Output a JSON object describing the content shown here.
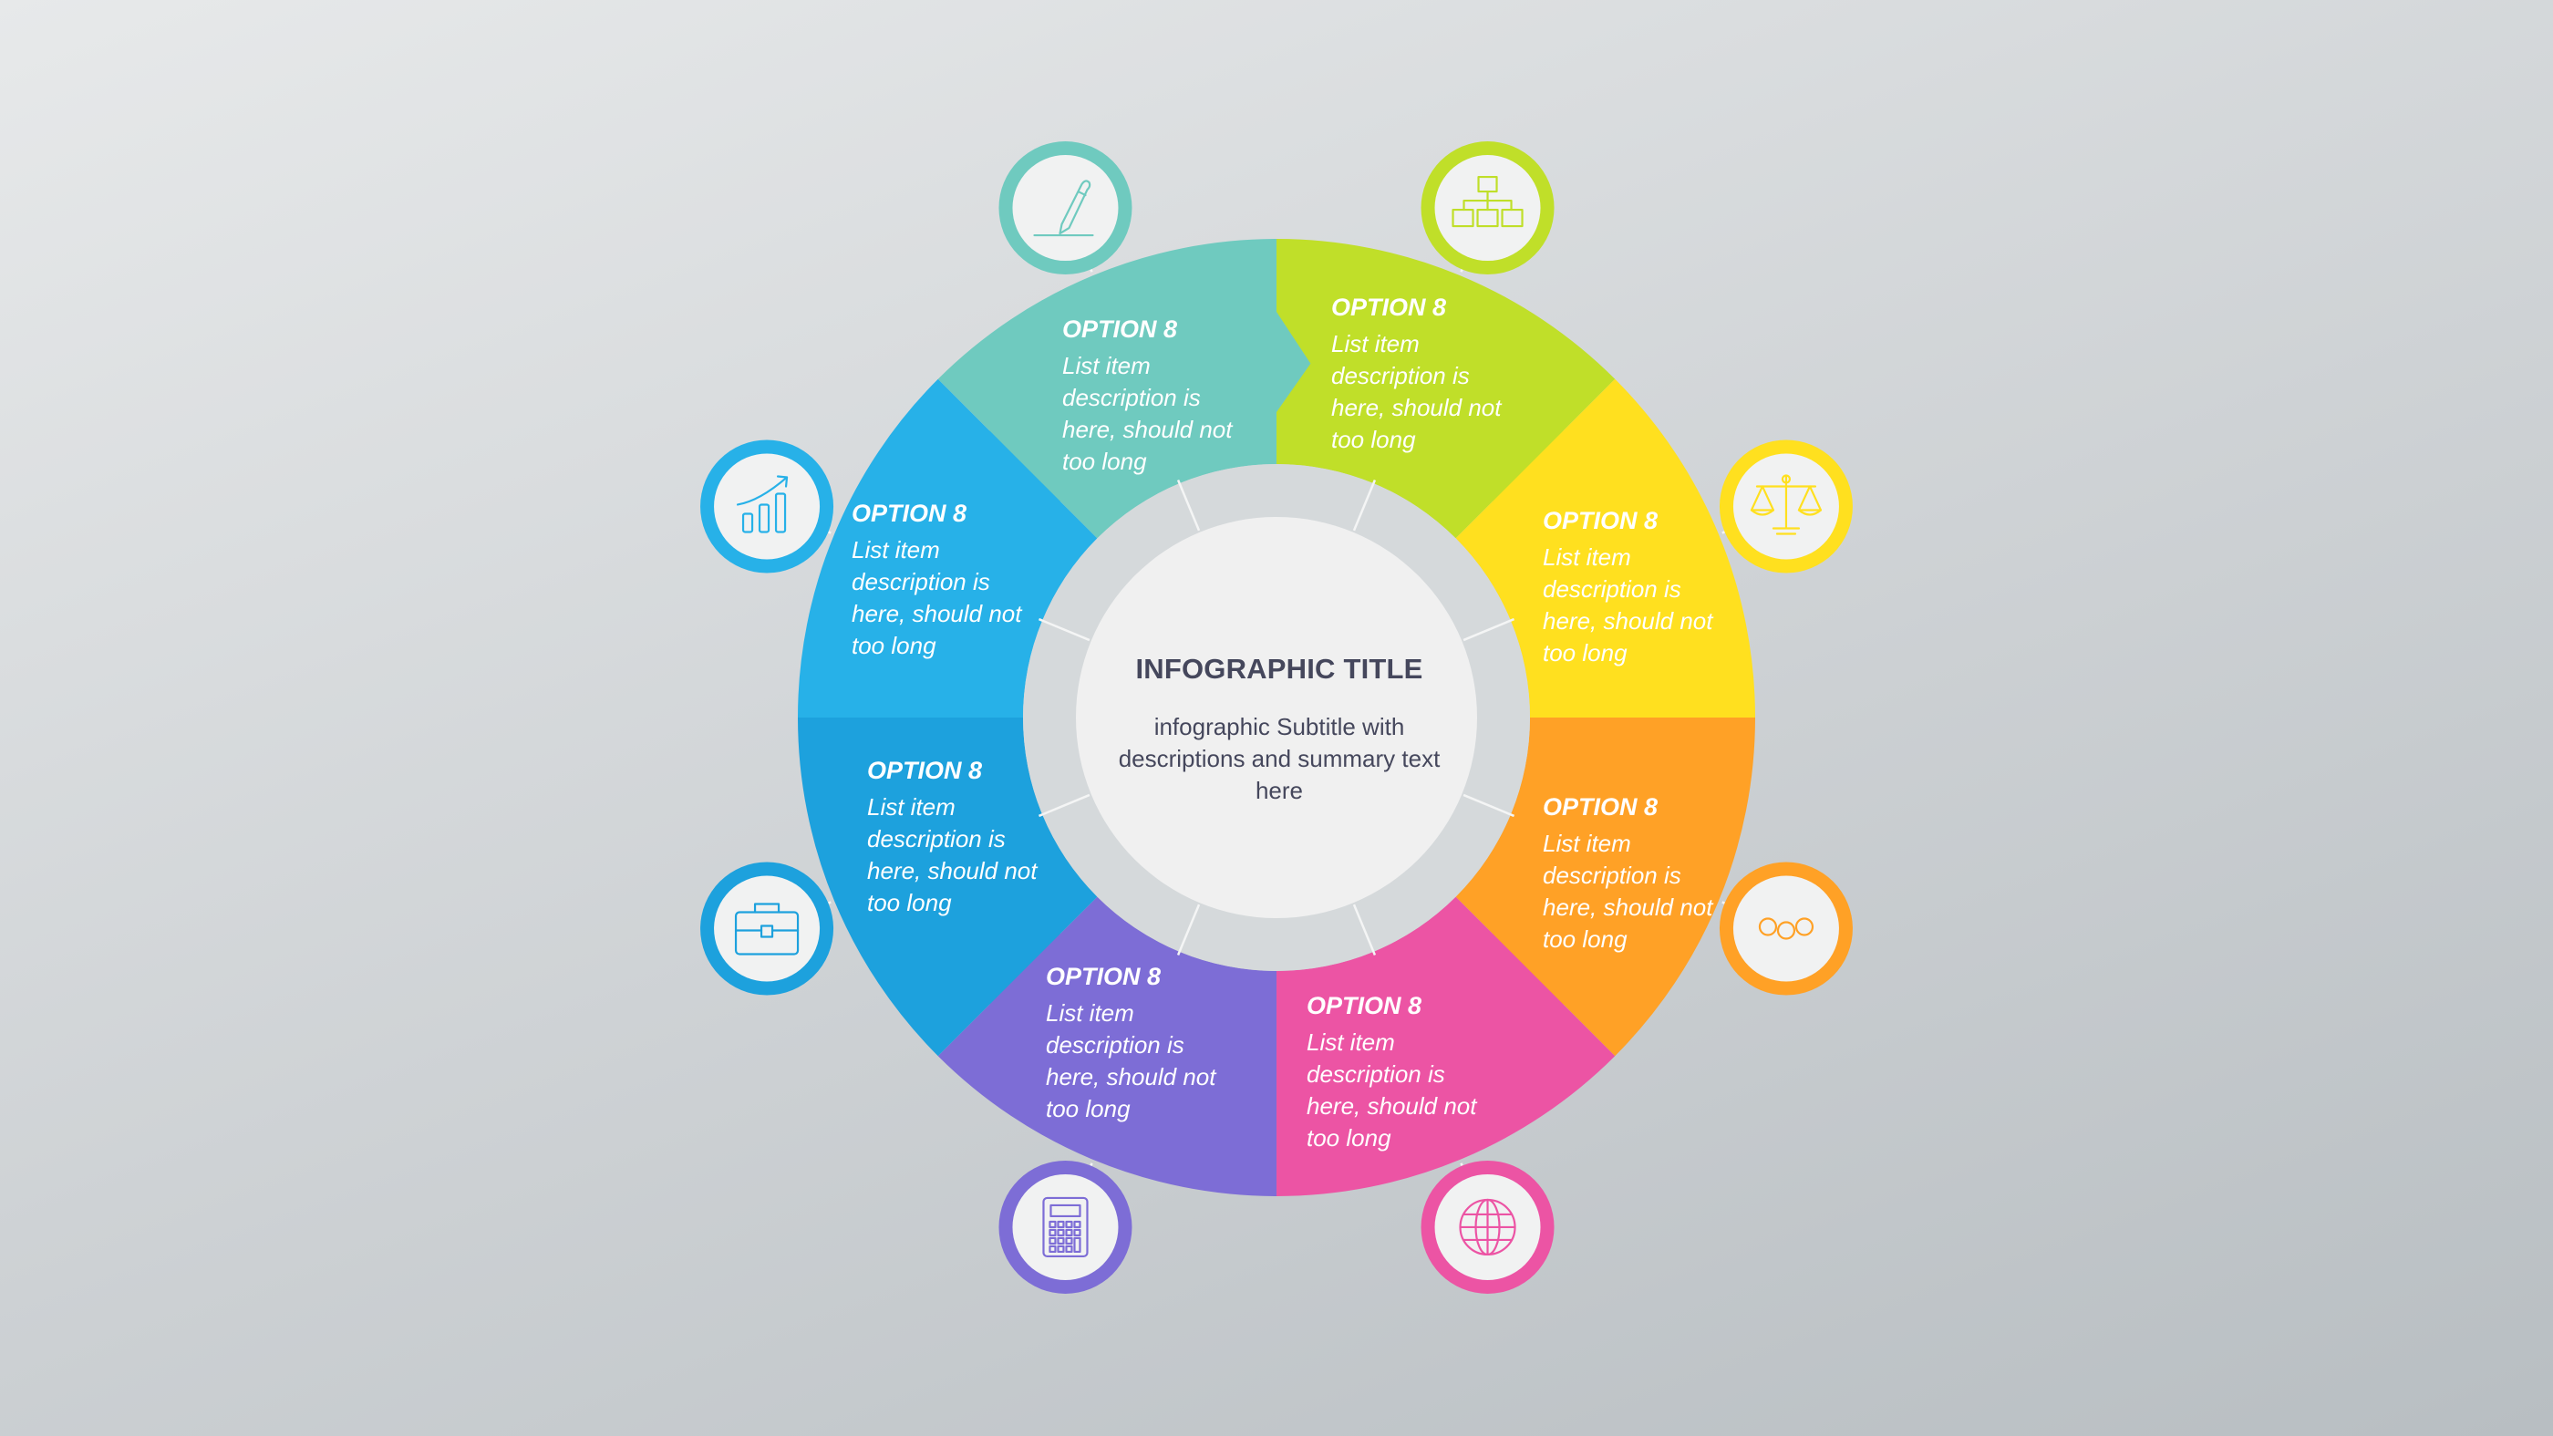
{
  "center": {
    "title": "INFOGRAPHIC TITLE",
    "subtitle": "infographic Subtitle with descriptions and summary text here"
  },
  "segments": [
    {
      "id": "green",
      "color": "#c0df29",
      "option": "OPTION 8",
      "description": "List item description is here, should not too long",
      "icon": "org-chart-icon"
    },
    {
      "id": "yellow",
      "color": "#ffe01f",
      "option": "OPTION 8",
      "description": "List item description is here, should not too long",
      "icon": "balance-scale-icon"
    },
    {
      "id": "orange",
      "color": "#ffa126",
      "option": "OPTION 8",
      "description": "List item description is here, should not too long",
      "icon": "linked-circles-icon"
    },
    {
      "id": "pink",
      "color": "#ec54a4",
      "option": "OPTION 8",
      "description": "List item description is here, should not too long",
      "icon": "globe-icon"
    },
    {
      "id": "purple",
      "color": "#7d6dd6",
      "option": "OPTION 8",
      "description": "List item description is here, should not too long",
      "icon": "calculator-icon"
    },
    {
      "id": "blue",
      "color": "#1da1dd",
      "option": "OPTION 8",
      "description": "List item description is here, should not too long",
      "icon": "briefcase-icon"
    },
    {
      "id": "skyblue",
      "color": "#27b1e8",
      "option": "OPTION 8",
      "description": "List item description is here, should not too long",
      "icon": "growth-chart-icon"
    },
    {
      "id": "teal",
      "color": "#6fcabf",
      "option": "OPTION 8",
      "description": "List item description is here, should not too long",
      "icon": "pen-icon"
    }
  ],
  "colors": {
    "ring": "#d5d9db",
    "center_fill": "#f0f0f0",
    "icon_fill": "#f1f2f2",
    "text_dark": "#45475c"
  }
}
